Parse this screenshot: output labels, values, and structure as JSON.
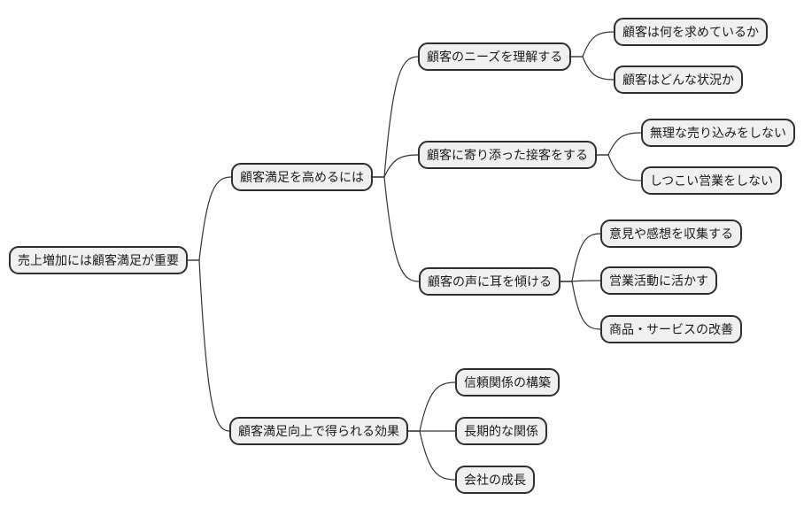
{
  "diagram": {
    "type": "mindmap",
    "title": "売上増加には顧客満足が重要",
    "colors": {
      "background": "#ffffff",
      "node_fill": "#f0f0f0",
      "node_border": "#2f2f2f",
      "connector": "#333333",
      "text": "#1a1a1a"
    },
    "nodes": {
      "root": {
        "label": "売上増加には顧客満足が重要",
        "parent": null
      },
      "n1": {
        "label": "顧客満足を高めるには",
        "parent": "root"
      },
      "n1a": {
        "label": "顧客のニーズを理解する",
        "parent": "n1"
      },
      "n1a1": {
        "label": "顧客は何を求めているか",
        "parent": "n1a"
      },
      "n1a2": {
        "label": "顧客はどんな状況か",
        "parent": "n1a"
      },
      "n1b": {
        "label": "顧客に寄り添った接客をする",
        "parent": "n1"
      },
      "n1b1": {
        "label": "無理な売り込みをしない",
        "parent": "n1b"
      },
      "n1b2": {
        "label": "しつこい営業をしない",
        "parent": "n1b"
      },
      "n1c": {
        "label": "顧客の声に耳を傾ける",
        "parent": "n1"
      },
      "n1c1": {
        "label": "意見や感想を収集する",
        "parent": "n1c"
      },
      "n1c2": {
        "label": "営業活動に活かす",
        "parent": "n1c"
      },
      "n1c3": {
        "label": "商品・サービスの改善",
        "parent": "n1c"
      },
      "n2": {
        "label": "顧客満足向上で得られる効果",
        "parent": "root"
      },
      "n2a": {
        "label": "信頼関係の構築",
        "parent": "n2"
      },
      "n2b": {
        "label": "長期的な関係",
        "parent": "n2"
      },
      "n2c": {
        "label": "会社の成長",
        "parent": "n2"
      }
    }
  }
}
